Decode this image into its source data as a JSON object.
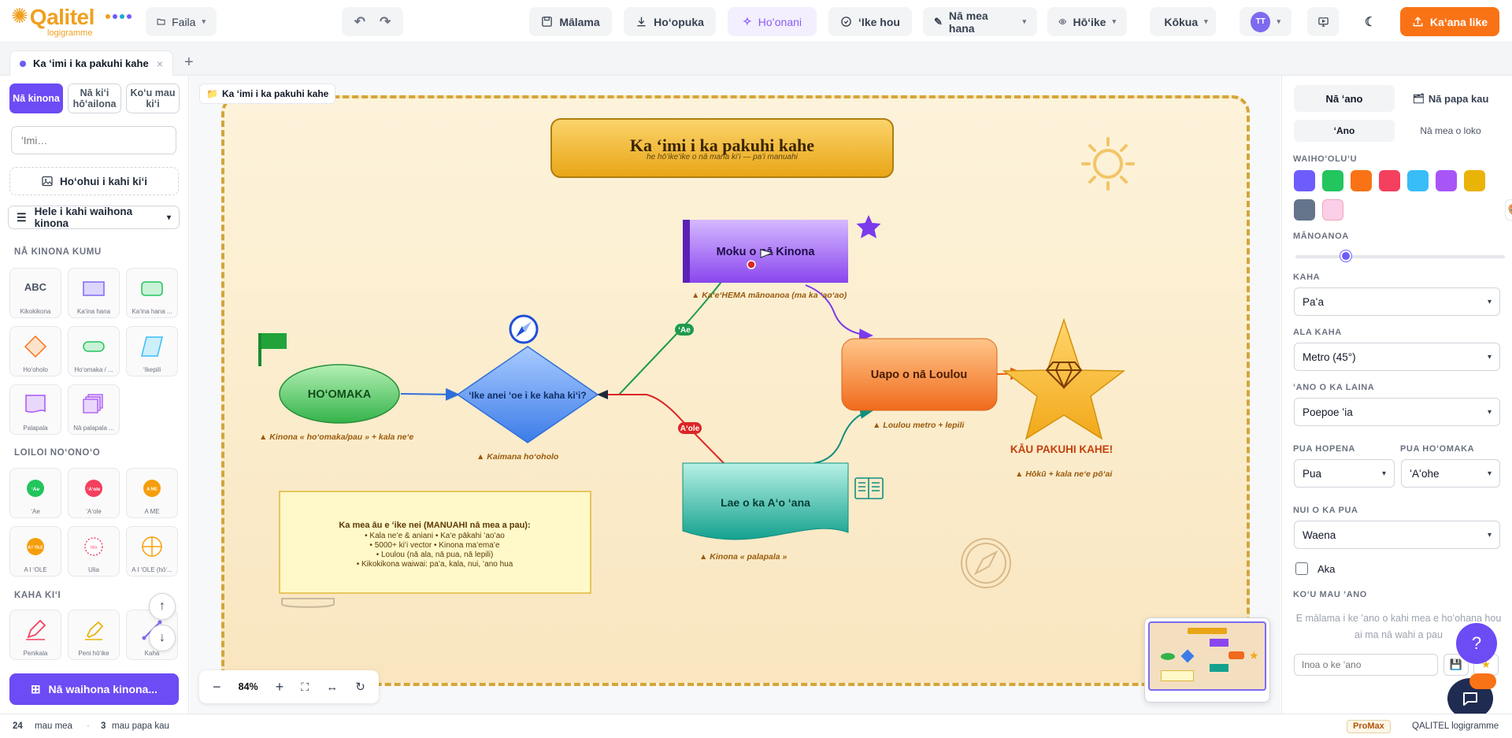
{
  "app": {
    "logo_name": "Qalitel",
    "logo_sub": "logigramme"
  },
  "toolbar": {
    "file_menu": "Faila",
    "save": "Mālama",
    "download": "Hoʻopuka",
    "ai": "Hoʻonani",
    "check": "ʻIke hou",
    "elements": "Nā mea hana",
    "view": "Hōʻike",
    "help": "Kōkua",
    "user_initials": "TT",
    "share": "Kaʻana like"
  },
  "tabs": {
    "document_tab": "Ka ʻimi i ka pakuhi kahe"
  },
  "left_panel": {
    "seg_shapes": "Nā kinona",
    "seg_images": "Nā kiʻi hōʻailona",
    "seg_draw": "Koʻu mau kiʻi",
    "search_placeholder": "ʻImi…",
    "upload_label": "Hoʻohui i kahi kiʻi",
    "library_select": "Hele i kahi waihona kinona",
    "section_basic": "NĀ KINONA KUMU",
    "section_decisions": "LOILOI NOʻONOʻO",
    "section_drawing": "KAHA KIʻI",
    "basic_tiles": [
      "Kikokikona",
      "Kaʻina hana",
      "Kaʻina hana ...",
      "Hoʻoholo",
      "Hoʻomaka / ...",
      "ʻIkepili",
      "Palapala",
      "Nā palapala ..."
    ],
    "decision_tiles": [
      "ʻAe",
      "ʻAʻole",
      "A ME",
      "A I ʻOLE",
      "Ulia",
      "A I ʻOLE (hōʻ..."
    ],
    "decision_icon_text": [
      "ʻAe",
      "ʻAʻole",
      "A ME",
      "A I ʻOLE",
      "Ulia"
    ],
    "draw_tiles": [
      "Penikala",
      "Peni hōʻike",
      "Kaha"
    ],
    "abc_text": "ABC",
    "library_button": "Nā waihona kinona..."
  },
  "canvas": {
    "board_label": "Ka ʻimi i ka pakuhi kahe",
    "title": "Ka ʻimi i ka pakuhi kahe",
    "subtitle": "he hōʻikeʻike o nā mana kiʻi — paʻi manuahi",
    "start": "HOʻOMAKA",
    "decision": "ʻIke anei ʻoe i ke kaha kiʻi?",
    "top_node": "Moku o nā Kinona",
    "right_node": "Uapo o nā Loulou",
    "bottom_node": "Lae o ka Aʻo ʻana",
    "yes_label": "ʻAe",
    "no_label": "Aʻole",
    "result": "KĀU PAKUHI KAHE!",
    "caption_start": "▲ Kinona « hoʻomaka/pau » + kala neʻe",
    "caption_decision": "▲ Kaimana hoʻoholo",
    "caption_top": "▲ KaʻeʻHEMA mānoanoa (ma ka ʻaoʻao)",
    "caption_right": "▲ Loulou metro + lepili",
    "caption_bottom": "▲ Kinona « palapala »",
    "caption_result": "▲ Hōkū + kala neʻe pōʻai",
    "note_title": "Ka mea āu e ʻike nei (MANUAHI nā mea a pau):",
    "note_lines": [
      "• Kala neʻe & aniani • Kaʻe pākahi ʻaoʻao",
      "• 5000+ kiʻi vector • Kinona maʻemaʻe",
      "• Loulou (nā ala, nā pua, nā lepili)",
      "• Kikokikona waiwai: paʻa, kala, nui, ʻano hua"
    ]
  },
  "zoom": {
    "value": "84%"
  },
  "right_panel": {
    "tab_style": "Nā ʻano",
    "tab_layers": "Nā papa kau",
    "subtab_style": "ʻAno",
    "subtab_locked": "Nā mea o loko",
    "label_color": "WAIHOʻOLUʻU",
    "label_thickness": "MĀNOANOA",
    "thickness_value": 0.24,
    "label_line": "KAHA",
    "line_value": "Paʻa",
    "label_route": "ALA KAHA",
    "route_value": "Metro (45°)",
    "label_line_style": "ʻANO O KA LAINA",
    "line_style_value": "Poepoe ʻia",
    "label_arrow_end": "PUA HOPENA",
    "arrow_end_value": "Pua",
    "label_arrow_start": "PUA HOʻOMAKA",
    "arrow_start_value": "ʻAʻohe",
    "label_arrow_size": "NUI O KA PUA",
    "arrow_size_value": "Waena",
    "checkbox_label": "Aka",
    "label_my_styles": "KOʻU MAU ʻANO",
    "my_styles_hint": "E mālama i ke ʻano o kahi mea e hoʻohana hou ai ma nā wahi a pau",
    "style_name_placeholder": "Inoa o ke ʻano",
    "swatches": [
      "#6d5dfc",
      "#22c55e",
      "#f97316",
      "#f43f5e",
      "#38bdf8",
      "#a855f7",
      "#eab308",
      "#64748b",
      "#fbcfe8"
    ]
  },
  "status": {
    "elements_count": "24",
    "elements_label": "mau mea",
    "layers_count": "3",
    "layers_label": "mau papa kau",
    "plan_badge": "ProMax",
    "brand": "QALITEL logigramme"
  }
}
